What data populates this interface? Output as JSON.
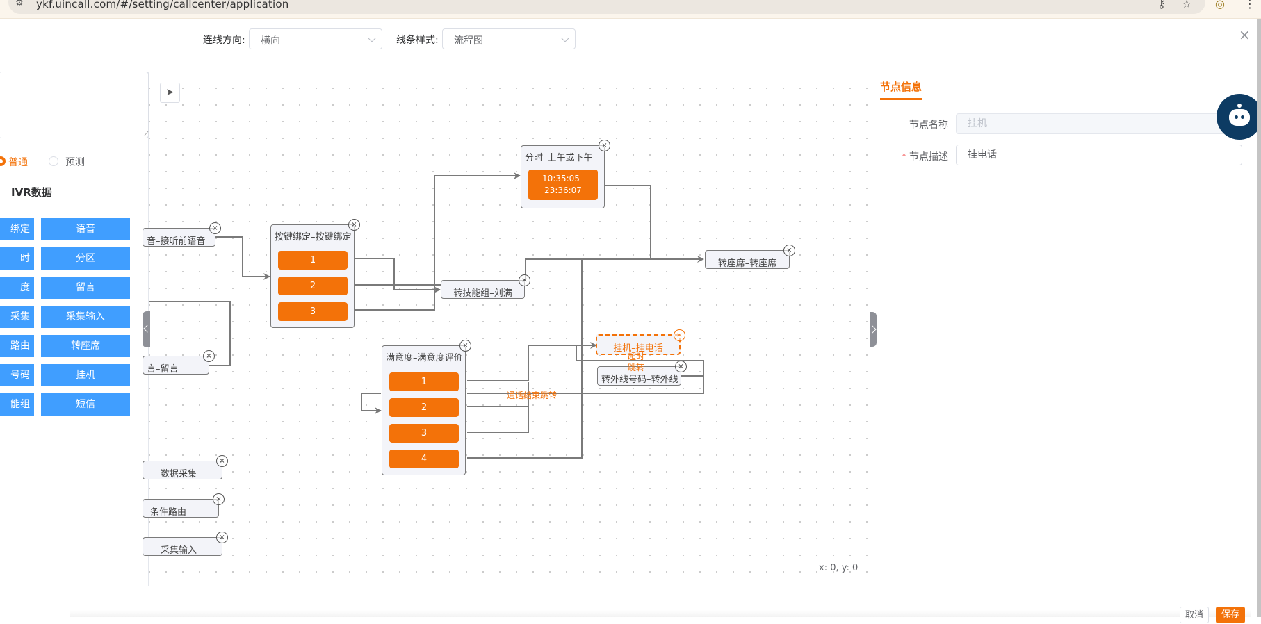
{
  "browser": {
    "url": "ykf.uincall.com/#/setting/callcenter/application",
    "icons": [
      "site-settings-icon",
      "key-icon",
      "star-icon",
      "profile-icon",
      "menu-dots-icon"
    ]
  },
  "toolbar": {
    "direction_label": "连线方向:",
    "direction_value": "横向",
    "style_label": "线条样式:",
    "style_value": "流程图",
    "close": "×"
  },
  "left_panel": {
    "radios": [
      {
        "label": "普通",
        "checked": true
      },
      {
        "label": "预测",
        "checked": false
      }
    ],
    "section_title": "IVR数据",
    "tools_left": [
      "绑定",
      "时",
      "度",
      "采集",
      "路由",
      "号码",
      "能组"
    ],
    "tools_right": [
      "语音",
      "分区",
      "留言",
      "采集输入",
      "转座席",
      "挂机",
      "短信"
    ]
  },
  "canvas": {
    "coord_readout": "x: 0, y: 0",
    "nodes": {
      "prevoice": {
        "title": "音–接听前语音"
      },
      "keybind": {
        "title": "按键绑定–按键绑定",
        "options": [
          "1",
          "2",
          "3"
        ]
      },
      "timesplit": {
        "title": "分时–上午或下午",
        "options": [
          "10:35:05–23:36:07"
        ]
      },
      "skillgroup": {
        "title": "转技能组–刘满"
      },
      "agent": {
        "title": "转座席–转座席"
      },
      "voicemail": {
        "title": "言–留言"
      },
      "satisfaction": {
        "title": "满意度–满意度评价",
        "options": [
          "1",
          "2",
          "3",
          "4"
        ]
      },
      "hangup": {
        "title": "挂机–挂电话"
      },
      "external": {
        "title": "转外线号码–转外线"
      },
      "datacollect": {
        "title": "数据采集"
      },
      "condroute": {
        "title": "条件路由"
      },
      "collectinput": {
        "title": "采集输入"
      }
    },
    "edge_labels": {
      "timeout": "超时",
      "jump": "跳转",
      "call_end": "通话结束跳转"
    }
  },
  "right_panel": {
    "tab": "节点信息",
    "fields": [
      {
        "label": "节点名称",
        "value": "挂机",
        "disabled": true,
        "required": false
      },
      {
        "label": "节点描述",
        "value": "挂电话",
        "disabled": false,
        "required": true
      }
    ]
  },
  "footer": {
    "cancel": "取消",
    "save": "保存"
  },
  "colors": {
    "accent": "#f37209",
    "tool_button": "#409eff",
    "robot": "#0d3b63"
  }
}
